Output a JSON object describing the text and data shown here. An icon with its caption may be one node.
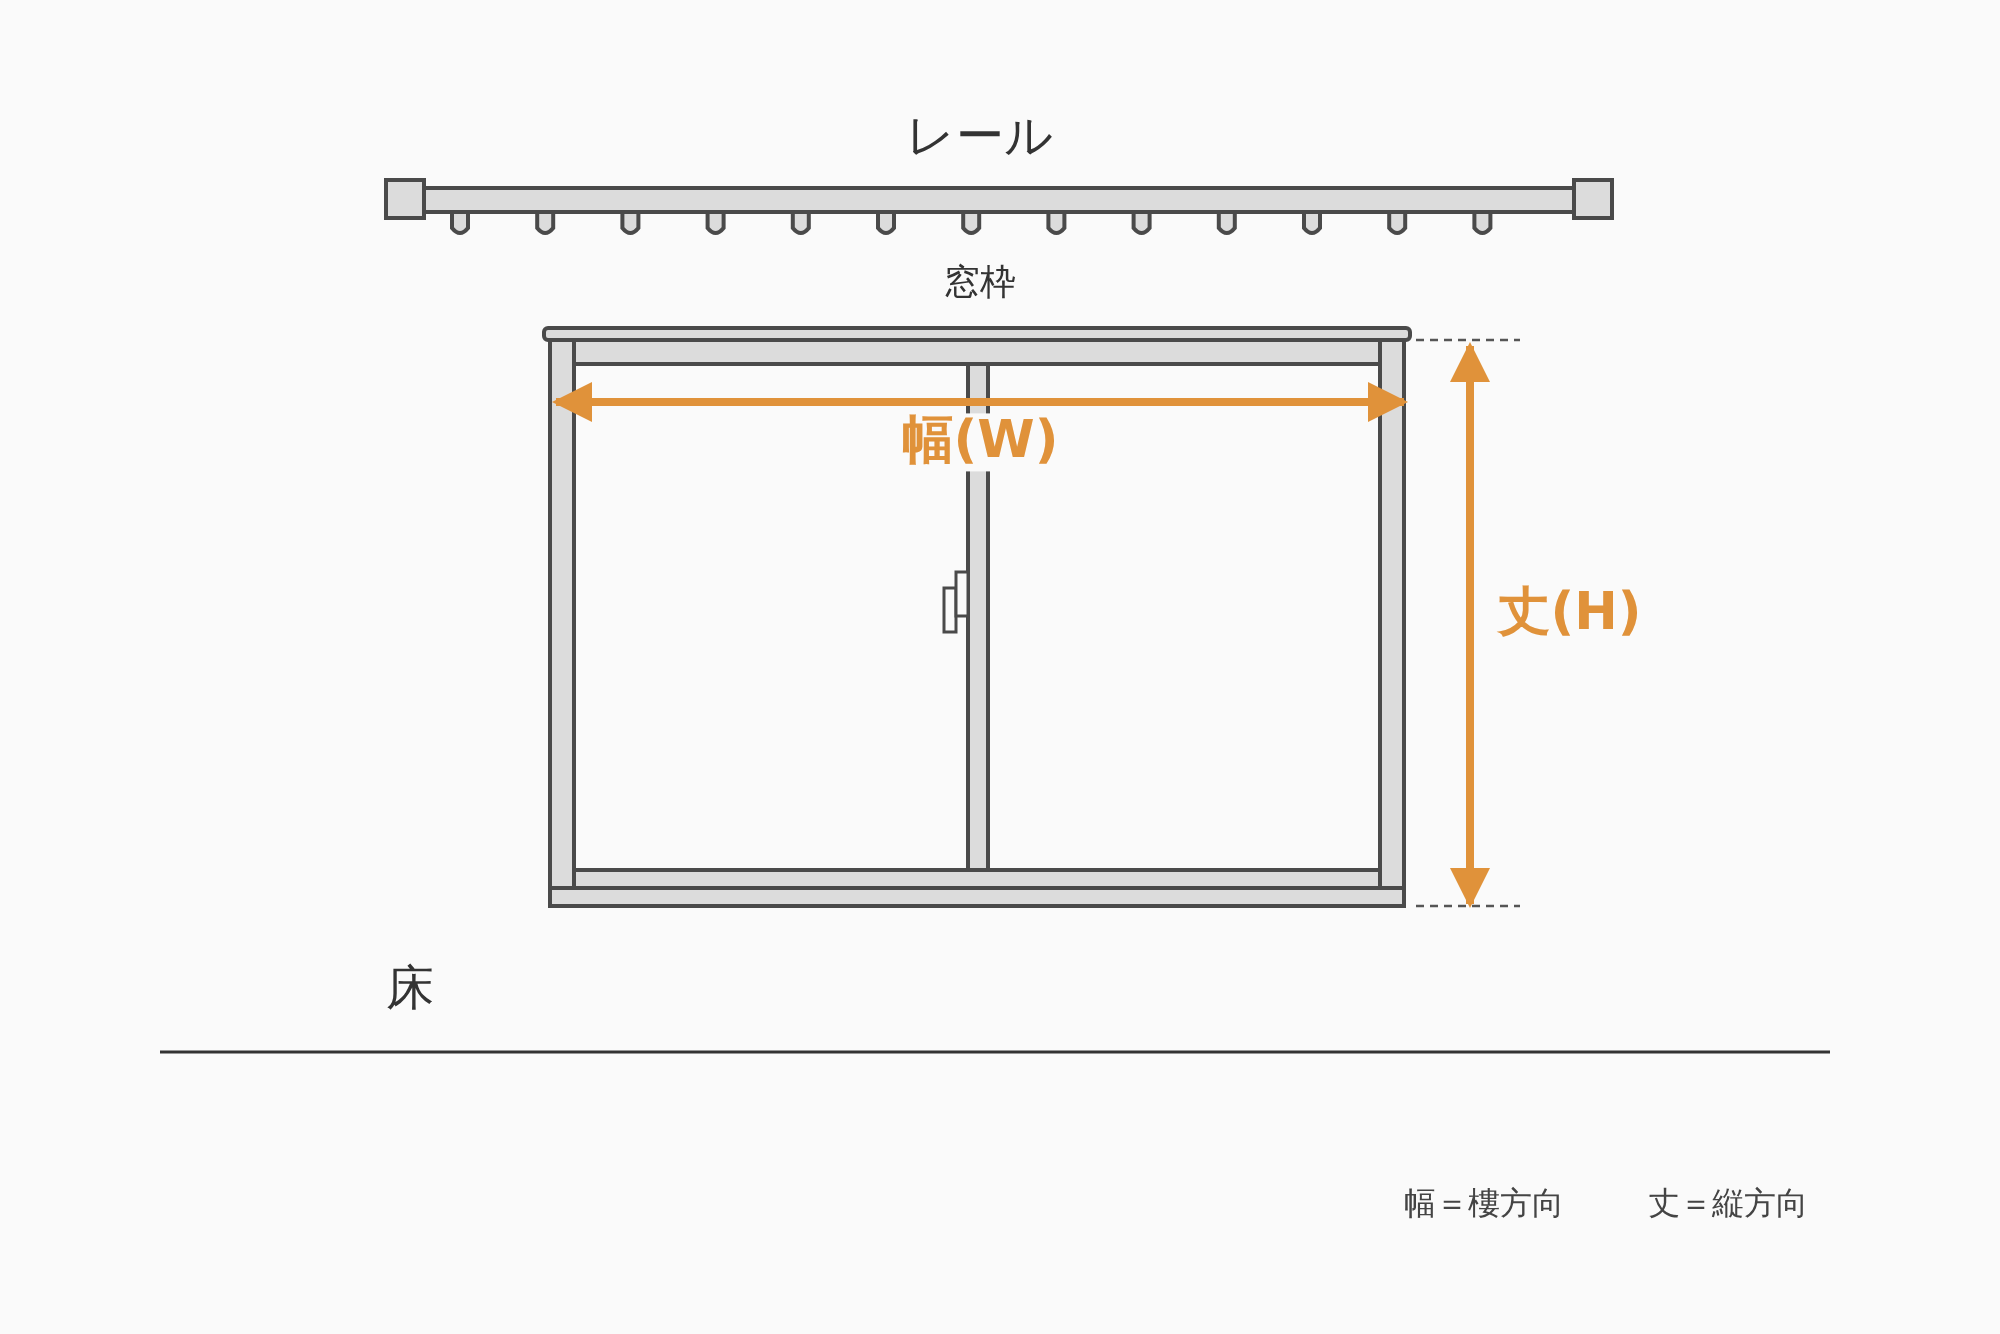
{
  "diagram": {
    "labels": [
      "レール",
      "窓枠",
      "幅(W)",
      "丈(H)",
      "床",
      "幅＝樓方向",
      "丈＝縦方向"
    ]
  }
}
